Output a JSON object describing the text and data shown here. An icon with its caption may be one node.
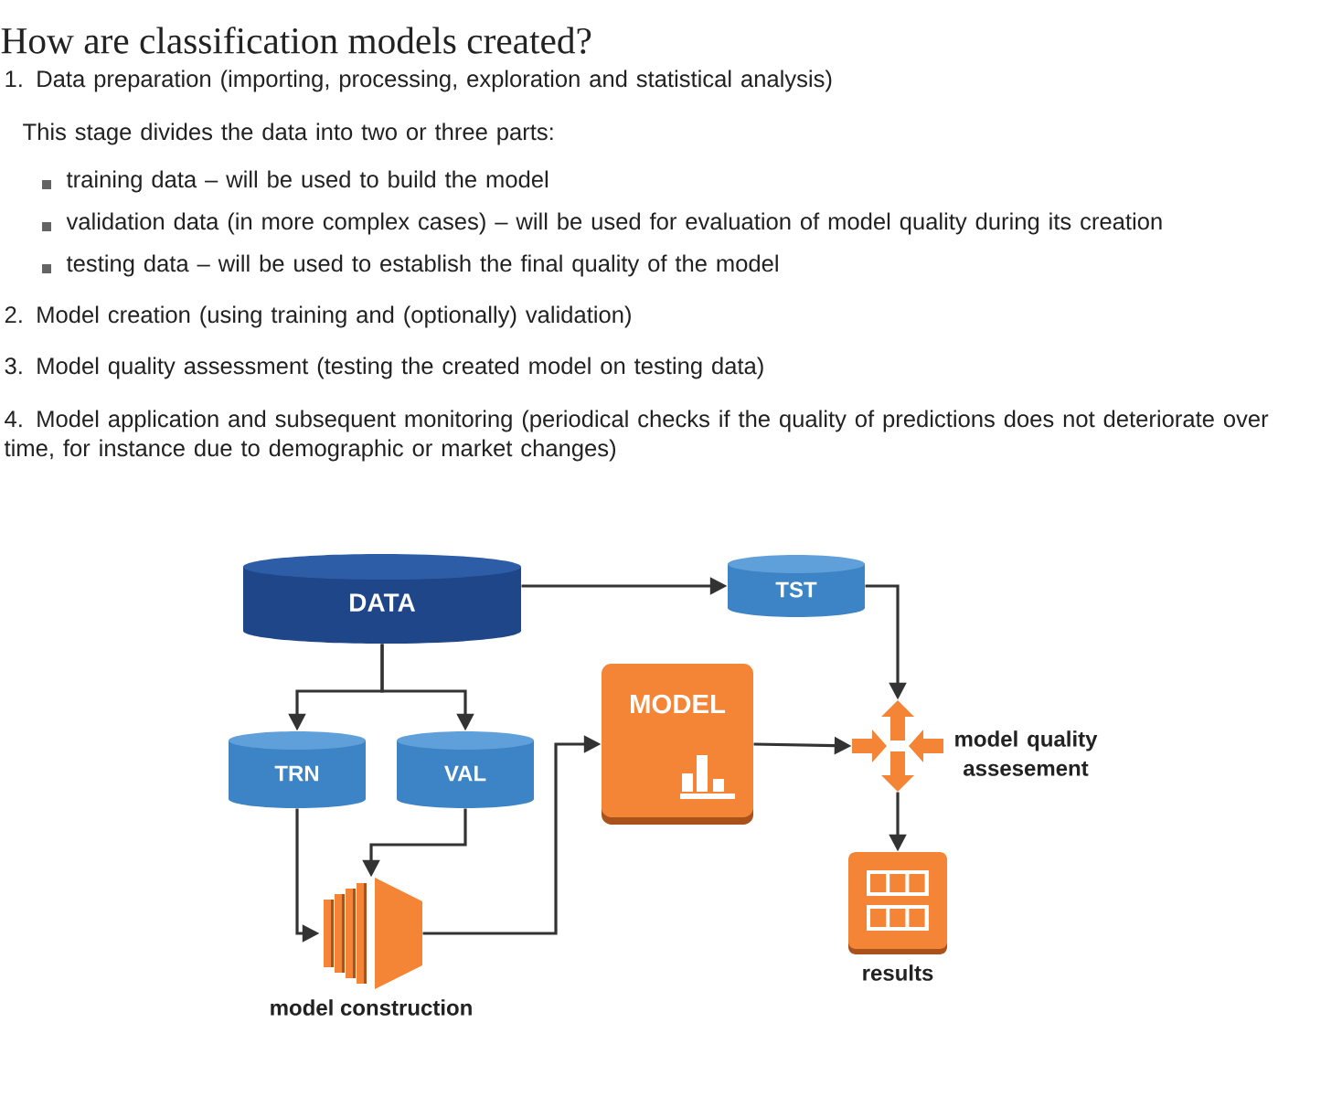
{
  "diagram": {
    "title": "How are classification models created?",
    "nodes": [
      {
        "text": [
          "DATA"
        ]
      },
      {
        "text": [
          "TST"
        ]
      },
      {
        "text": [
          "TRN"
        ]
      },
      {
        "text": [
          "VAL"
        ]
      },
      {
        "text": [
          "MODEL"
        ]
      },
      {
        "text": [
          "model construction"
        ]
      },
      {
        "text": [
          "model quality assesement"
        ]
      },
      {
        "text": [
          "results"
        ]
      }
    ],
    "edges": [
      {
        "from": 0,
        "to": 1,
        "arrow": "to"
      },
      {
        "from": 0,
        "to": 2,
        "arrow": "to"
      },
      {
        "from": 0,
        "to": 3,
        "arrow": "to"
      },
      {
        "from": 1,
        "to": 6,
        "arrow": "to"
      },
      {
        "from": 2,
        "to": 5,
        "arrow": "to"
      },
      {
        "from": 3,
        "to": 5,
        "arrow": "to"
      },
      {
        "from": 5,
        "to": 4,
        "arrow": "to"
      },
      {
        "from": 4,
        "to": 6,
        "arrow": "to"
      },
      {
        "from": 6,
        "to": 7,
        "arrow": "to"
      }
    ],
    "labels": [
      "1. Data preparation (importing, processing, exploration and statistical analysis)",
      "This stage divides the data into two or three parts:",
      "training data – will be used to build the model",
      "validation data (in more complex cases) – will be used for evaluation of model quality during its creation",
      "testing data – will be used to establish the final quality of the model",
      "2. Model creation (using training and (optionally) validation)",
      "3. Model quality assessment (testing the created model on testing data)",
      "4. Model application and subsequent monitoring (periodical checks if the quality of predictions does not deteriorate over time, for instance due to demographic or market changes)"
    ]
  }
}
